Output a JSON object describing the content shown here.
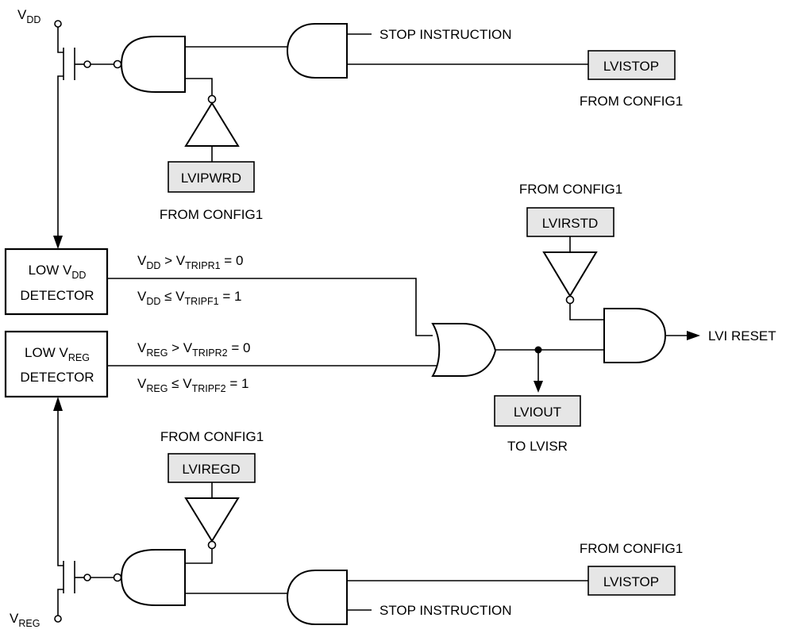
{
  "supply": {
    "vdd_main": "V",
    "vdd_sub": "DD",
    "vreg_main": "V",
    "vreg_sub": "REG"
  },
  "detectors": {
    "vdd": {
      "line1_pre": "LOW V",
      "line1_sub": "DD",
      "line2": "DETECTOR"
    },
    "vreg": {
      "line1_pre": "LOW V",
      "line1_sub": "REG",
      "line2": "DETECTOR"
    }
  },
  "conditions": {
    "vdd_gt": {
      "v": "V",
      "v_sub": "DD",
      "op": " > V",
      "t_sub": "TRIPR1",
      "res": " = 0"
    },
    "vdd_le": {
      "v": "V",
      "v_sub": "DD",
      "op": " ≤ V",
      "t_sub": "TRIPF1",
      "res": " = 1"
    },
    "vreg_gt": {
      "v": "V",
      "v_sub": "REG",
      "op": " > V",
      "t_sub": "TRIPR2",
      "res": " = 0"
    },
    "vreg_le": {
      "v": "V",
      "v_sub": "REG",
      "op": " ≤ V",
      "t_sub": "TRIPF2",
      "res": " = 1"
    }
  },
  "registers": {
    "lvistop_top": "LVISTOP",
    "lvipwrd": "LVIPWRD",
    "lvirstd": "LVIRSTD",
    "lviout": "LVIOUT",
    "lviregd": "LVIREGD",
    "lvistop_bottom": "LVISTOP"
  },
  "captions": {
    "stop_instruction_top": "STOP INSTRUCTION",
    "stop_instruction_bottom": "STOP INSTRUCTION",
    "from_config1_lvistop_top": "FROM CONFIG1",
    "from_config1_lvipwrd": "FROM CONFIG1",
    "from_config1_lvirstd": "FROM CONFIG1",
    "from_config1_lviregd": "FROM CONFIG1",
    "from_config1_lvistop_bottom": "FROM CONFIG1",
    "to_lvisr": "TO LVISR",
    "lvi_reset": "LVI RESET"
  }
}
